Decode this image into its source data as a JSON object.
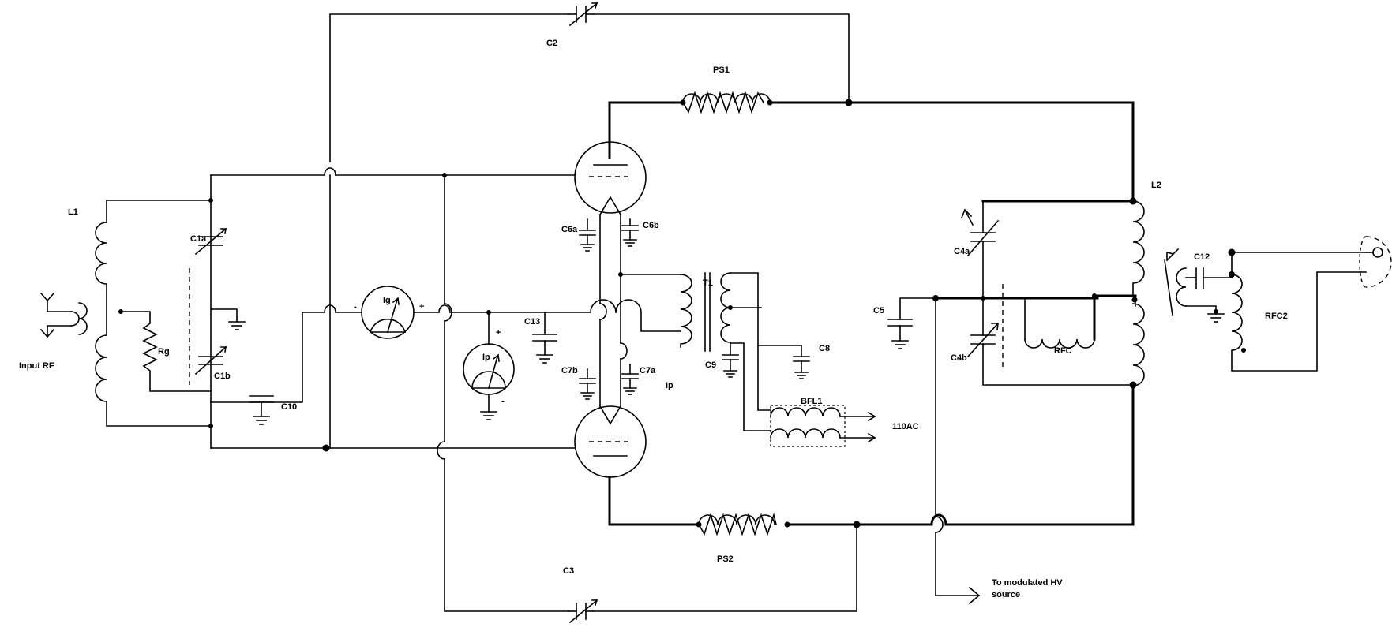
{
  "labels": {
    "c2": "C2",
    "ps1": "PS1",
    "l1": "L1",
    "c1a": "C1a",
    "c1b": "C1b",
    "rg": "Rg",
    "input_rf": "Input RF",
    "c10": "C10",
    "ig": "Ig",
    "ig_minus": "-",
    "ig_plus": "+",
    "ip": "Ip",
    "ip_plus": "+",
    "ip_minus": "-",
    "ip_small": "Ip",
    "c13": "C13",
    "c6a": "C6a",
    "c6b": "C6b",
    "c7a": "C7a",
    "c7b": "C7b",
    "t1": "T1",
    "c9": "C9",
    "c8": "C8",
    "bfl1": "BFL1",
    "ac": "110AC",
    "c5": "C5",
    "c4a": "C4a",
    "c4b": "C4b",
    "rfc": "RFC",
    "l2": "L2",
    "c12": "C12",
    "rfc2": "RFC2",
    "ps2": "PS2",
    "c3": "C3",
    "hv_line1": "To modulated HV",
    "hv_line2": "source"
  }
}
